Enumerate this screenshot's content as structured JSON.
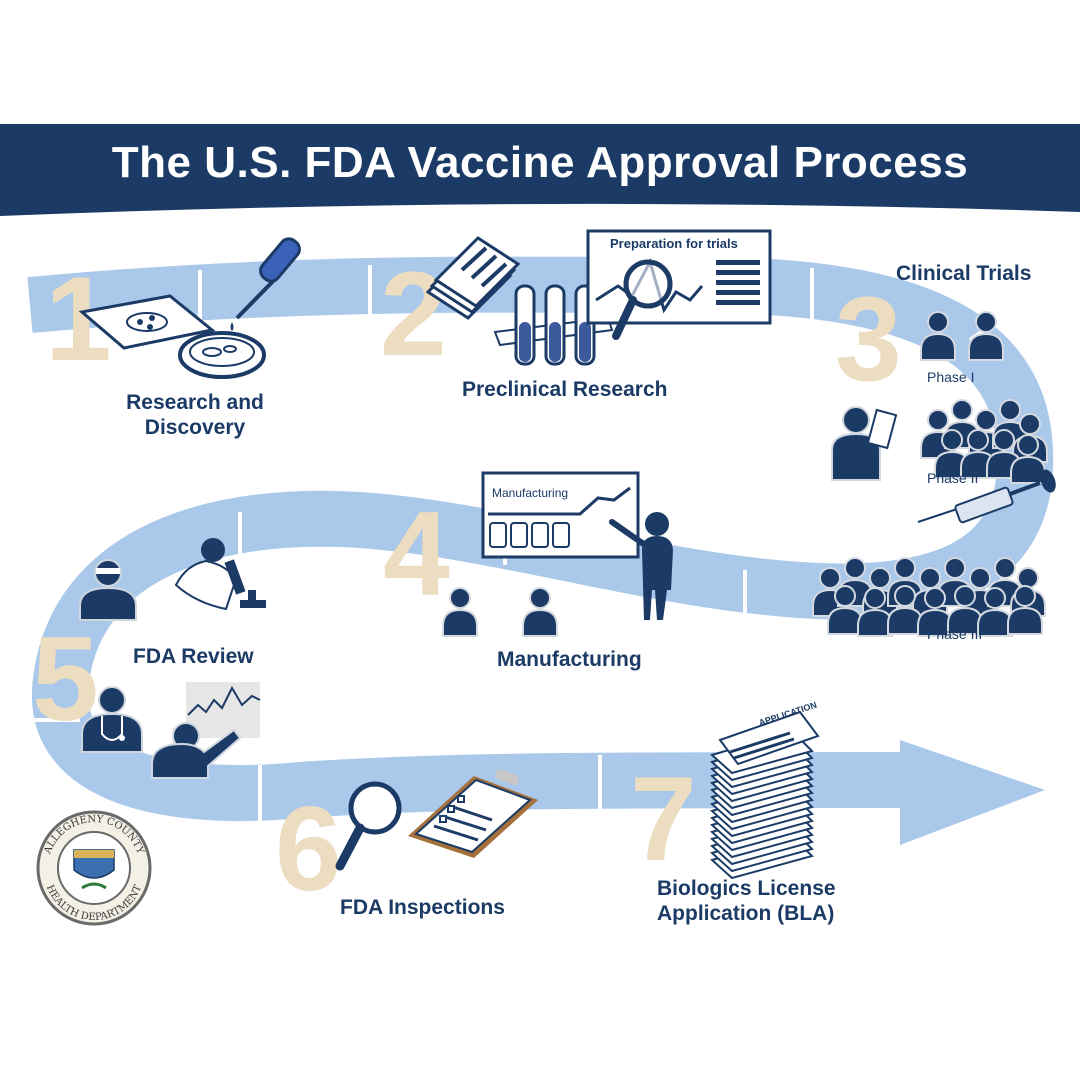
{
  "title": "The U.S. FDA Vaccine Approval Process",
  "steps": [
    {
      "number": "1",
      "label_line1": "Research and",
      "label_line2": "Discovery"
    },
    {
      "number": "2",
      "label": "Preclinical Research",
      "board_title": "Preparation for trials"
    },
    {
      "number": "3",
      "label": "Clinical Trials",
      "phases": [
        "Phase I",
        "Phase II",
        "Phase III"
      ]
    },
    {
      "number": "4",
      "label": "Manufacturing",
      "board_title": "Manufacturing"
    },
    {
      "number": "5",
      "label": "FDA Review"
    },
    {
      "number": "6",
      "label": "FDA Inspections"
    },
    {
      "number": "7",
      "label_line1": "Biologics License",
      "label_line2": "Application (BLA)",
      "document_title": "APPLICATION"
    }
  ],
  "seal": {
    "top_text": "ALLEGHENY COUNTY",
    "bottom_text": "HEALTH DEPARTMENT"
  },
  "colors": {
    "navy": "#1b3b66",
    "path_blue": "#a9c8ea",
    "number_beige": "#ecdcc0",
    "white": "#ffffff"
  }
}
